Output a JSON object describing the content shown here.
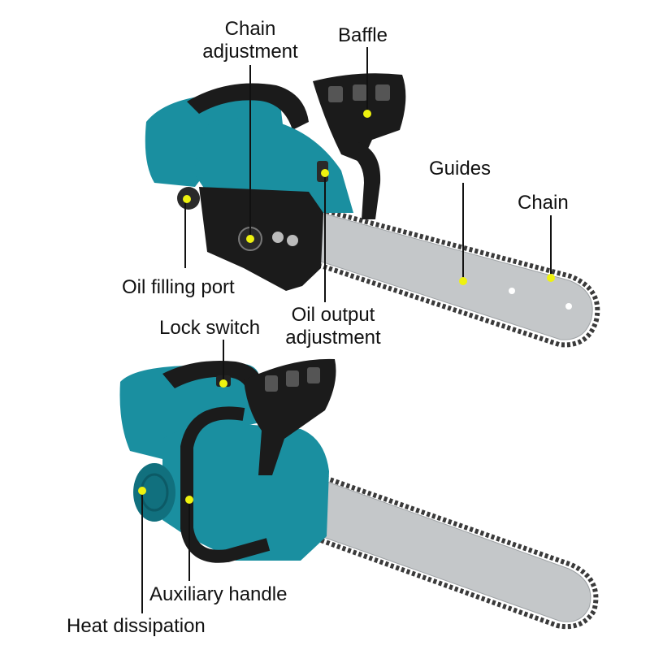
{
  "colors": {
    "body": "#1a8fa0",
    "body_dark": "#11707e",
    "black": "#1b1b1b",
    "bar": "#c4c7c9",
    "bar_edge": "#9fa3a6",
    "chain": "#3a3a3a",
    "marker": "#eef20f",
    "leader": "#111111"
  },
  "labels": {
    "chain_adjustment_line1": "Chain",
    "chain_adjustment_line2": "adjustment",
    "baffle": "Baffle",
    "guides": "Guides",
    "chain": "Chain",
    "oil_filling_port": "Oil filling port",
    "oil_output_line1": "Oil output",
    "oil_output_line2": "adjustment",
    "lock_switch": "Lock switch",
    "auxiliary_handle": "Auxiliary handle",
    "heat_dissipation": "Heat dissipation"
  }
}
